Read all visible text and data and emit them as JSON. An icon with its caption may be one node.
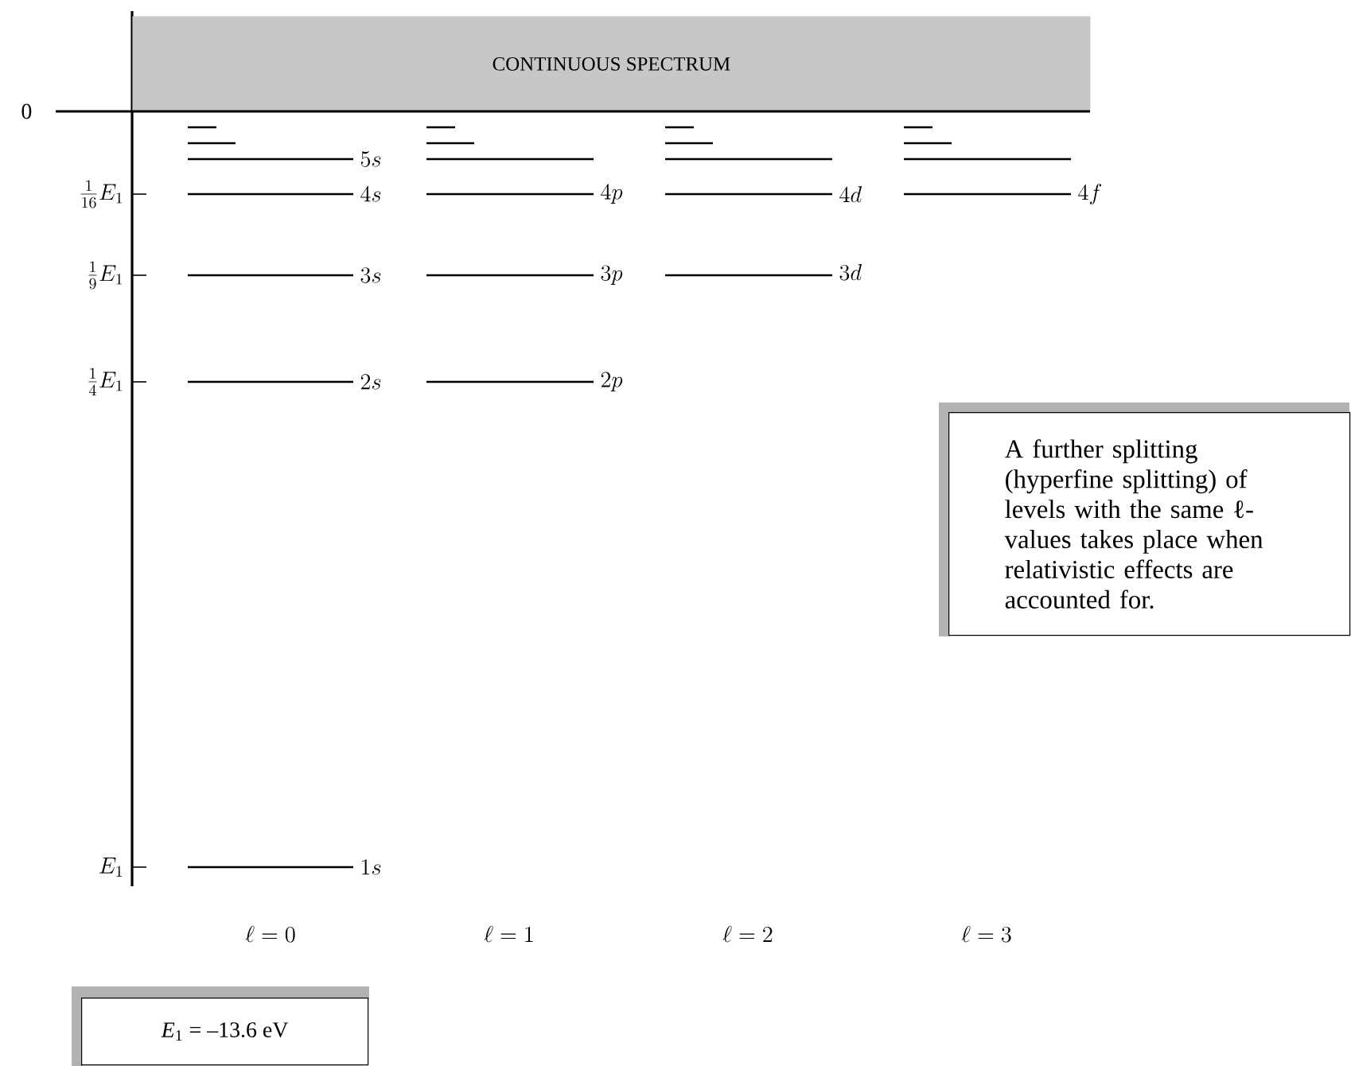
{
  "diagram": {
    "nodes": [
      {
        "text": [
          "CONTINUOUS SPECTRUM"
        ]
      },
      {
        "text": [
          "A further splitting (hyperfine splitting) of levels with the same ℓ-values takes place when relativistic effects are accounted for."
        ]
      },
      {
        "text": [
          "*E*$_{1}$ = –13.6 eV"
        ]
      }
    ],
    "labels": [
      "0",
      "5s",
      "\\frac{1}{16}E_1",
      "4s",
      "4p",
      "4d",
      "4f",
      "\\frac{1}{9}E_1",
      "3s",
      "3p",
      "3d",
      "\\frac{1}{4}E_1",
      "2s",
      "2p",
      "E_1",
      "1s",
      "\\ell = 0",
      "\\ell = 1",
      "\\ell = 2",
      "\\ell = 3"
    ]
  }
}
